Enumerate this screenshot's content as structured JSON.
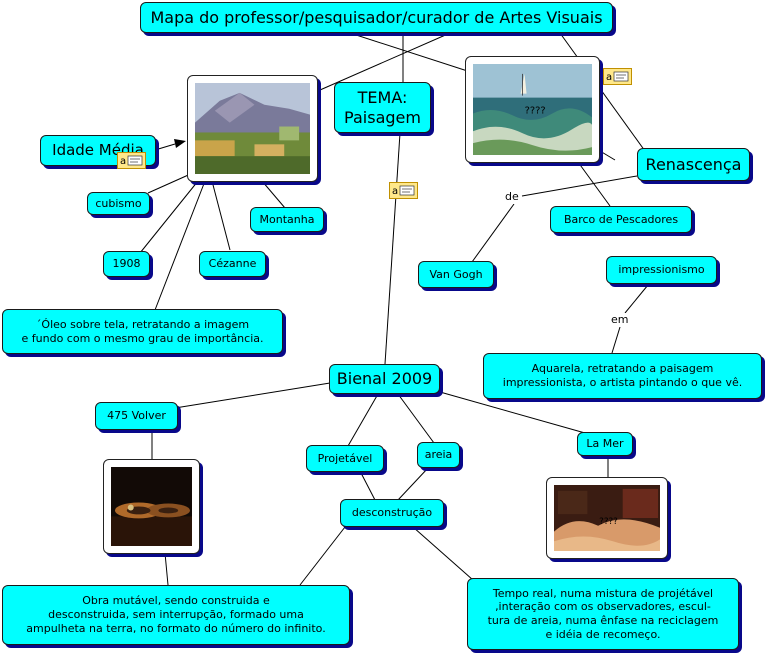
{
  "title": "Mapa do professor/pesquisador/curador de Artes Visuais",
  "tema": "TEMA:\nPaisagem",
  "idade_media": "Idade Média",
  "cubismo": "cubismo",
  "montanha": "Montanha",
  "ano_1908": "1908",
  "cezanne": "Cézanne",
  "oleo": "´Óleo sobre tela, retratando a imagem\ne fundo com o mesmo grau de importância.",
  "renascenca": "Renascença",
  "de": "de",
  "barco": "Barco de Pescadores",
  "van_gogh": "Van Gogh",
  "impressionismo": "impressionismo",
  "em": "em",
  "aquarela": "Aquarela, retratando a paisagem\nimpressionista, o artista pintando o que vê.",
  "bienal": "Bienal 2009",
  "volver": "475 Volver",
  "projetavel": "Projetável",
  "areia": "areia",
  "la_mer": "La Mer",
  "desconstrucao": "desconstrução",
  "obra_mutavel": "Obra mutável, sendo construida e\ndesconstruida, sem interrupção, formado uma\nampulheta na terra, no formato do número do infinito.",
  "tempo_real": "Tempo real, numa mistura  de projétável\n,interação com os observadores, escul-\ntura de areia, numa ênfase na reciclagem\ne idéia de recomeço.",
  "seascape_label": "????",
  "lamer_label": "????",
  "colors": {
    "node_fill": "#00ffff",
    "node_shadow": "#08088a",
    "line": "#000000"
  },
  "icons": [
    "note-icon",
    "arrow-head-icon"
  ]
}
